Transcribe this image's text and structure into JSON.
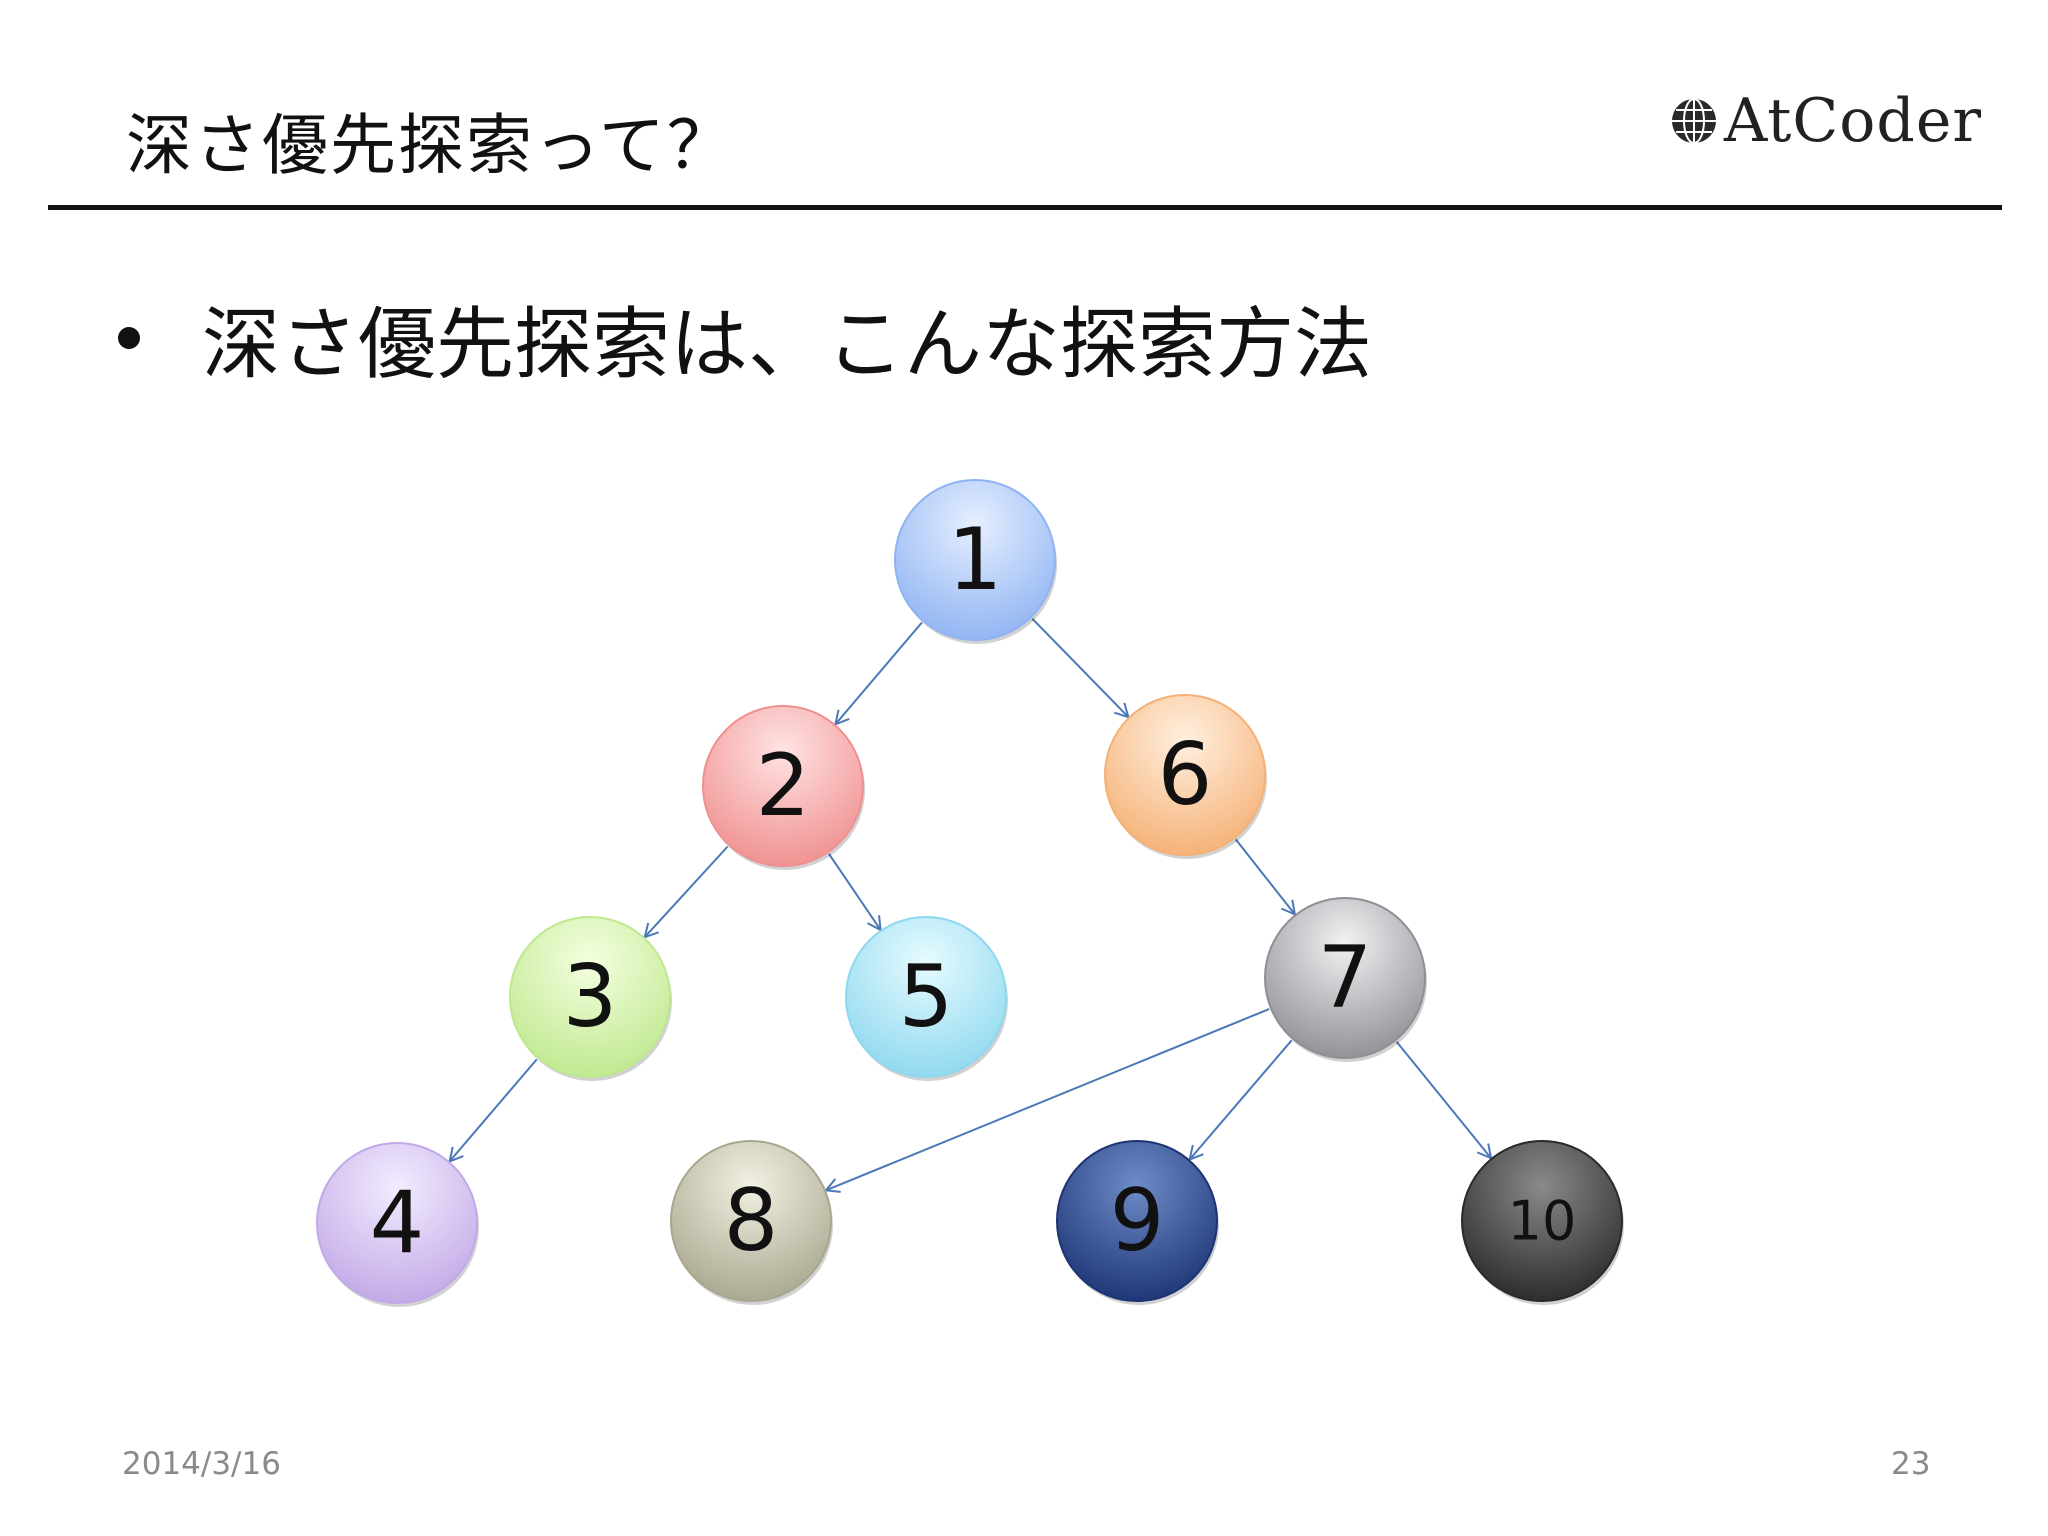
{
  "slide": {
    "title": "深さ優先探索って？",
    "bullet": "深さ優先探索は、こんな探索方法",
    "logo_text": "AtCoder",
    "footer_date": "2014/3/16",
    "page_number": "23"
  },
  "diagram": {
    "nodes": [
      {
        "id": "1",
        "label": "1",
        "color_light": "#e6efff",
        "color_dark": "#8fb3f2",
        "text_color": "#111111"
      },
      {
        "id": "2",
        "label": "2",
        "color_light": "#ffe3e3",
        "color_dark": "#f08f8f",
        "text_color": "#111111"
      },
      {
        "id": "3",
        "label": "3",
        "color_light": "#f4ffe0",
        "color_dark": "#bfe88e",
        "text_color": "#111111"
      },
      {
        "id": "4",
        "label": "4",
        "color_light": "#f3ecff",
        "color_dark": "#c1a8e6",
        "text_color": "#111111"
      },
      {
        "id": "5",
        "label": "5",
        "color_light": "#e6fbff",
        "color_dark": "#8ed8ef",
        "text_color": "#111111"
      },
      {
        "id": "6",
        "label": "6",
        "color_light": "#fff0e0",
        "color_dark": "#f5b074",
        "text_color": "#111111"
      },
      {
        "id": "7",
        "label": "7",
        "color_light": "#f2f2f4",
        "color_dark": "#8e8e94",
        "text_color": "#111111"
      },
      {
        "id": "8",
        "label": "8",
        "color_light": "#f2f1e2",
        "color_dark": "#a8a68e",
        "text_color": "#111111"
      },
      {
        "id": "9",
        "label": "9",
        "color_light": "#6e8cc8",
        "color_dark": "#1d3474",
        "text_color": "#111111"
      },
      {
        "id": "10",
        "label": "10",
        "color_light": "#8a8a8a",
        "color_dark": "#2a2a2a",
        "text_color": "#111111"
      }
    ],
    "edges": [
      {
        "from": "1",
        "to": "2"
      },
      {
        "from": "1",
        "to": "6"
      },
      {
        "from": "2",
        "to": "3"
      },
      {
        "from": "2",
        "to": "5"
      },
      {
        "from": "3",
        "to": "4"
      },
      {
        "from": "6",
        "to": "7"
      },
      {
        "from": "7",
        "to": "8"
      },
      {
        "from": "7",
        "to": "9"
      },
      {
        "from": "7",
        "to": "10"
      }
    ],
    "edge_color": "#4a78b8"
  }
}
